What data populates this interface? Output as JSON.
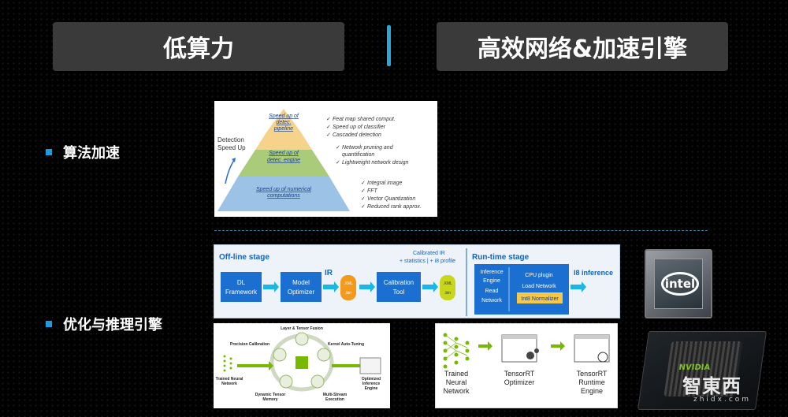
{
  "header": {
    "left_title": "低算力",
    "right_title": "高效网络&加速引擎"
  },
  "bullets": {
    "algo_accel": "算法加速",
    "optim_infer": "优化与推理引擎"
  },
  "pyramid": {
    "axis_label_1": "Detection",
    "axis_label_2": "Speed Up",
    "top_tier": [
      "Speed up of",
      "detec.",
      "pipeline"
    ],
    "mid_tier": [
      "Speed up of",
      "detec. engine"
    ],
    "base_tier": [
      "Speed up of numerical",
      "computations"
    ],
    "top_items": [
      "Feat map shared comput.",
      "Speed up of classifier",
      "Cascaded detection"
    ],
    "mid_items": [
      "Network pruning and",
      "quantification",
      "Lightweight network design"
    ],
    "base_items": [
      "Integral image",
      "FFT",
      "Vector Quantization",
      "Reduced rank approx."
    ]
  },
  "pipeline": {
    "offline_title": "Off-line stage",
    "runtime_title": "Run-time stage",
    "calib_label_1": "Calibrated IR",
    "calib_label_2": "+ statistics | + i8 profile",
    "ir_label": "IR",
    "i8_label": "I8 inference",
    "dl_framework": [
      "DL",
      "Framework"
    ],
    "model_optimizer": [
      "Model",
      "Optimizer"
    ],
    "calibration_tool": [
      "Calibration",
      "Tool"
    ],
    "inference_engine": [
      "Inference",
      "Engine",
      "Read",
      "Network"
    ],
    "cpu_plugin": "CPU plugin",
    "load_network": "Load Network",
    "int8_normalizer": "Int8 Normalizer",
    "xml": ".XML",
    "bin": ".bin"
  },
  "fusion": {
    "layer_tensor_fusion": "Layer & Tensor Fusion",
    "precision_calibration": "Precision Calibration",
    "kernel_auto_tuning": "Kernel Auto-Tuning",
    "trained_nn": [
      "Trained Neural",
      "Network"
    ],
    "dynamic_tensor_memory": [
      "Dynamic Tensor",
      "Memory"
    ],
    "multi_stream": [
      "Multi-Stream",
      "Execution"
    ],
    "optimized_engine": [
      "Optimized",
      "Inference",
      "Engine"
    ]
  },
  "tensorrt": {
    "trained_nn": [
      "Trained",
      "Neural",
      "Network"
    ],
    "optimizer": [
      "TensorRT",
      "Optimizer"
    ],
    "runtime": [
      "TensorRT",
      "Runtime",
      "Engine"
    ]
  },
  "hardware": {
    "intel_logo": "intel",
    "nvidia_logo": "NVIDIA"
  },
  "watermark": {
    "main": "智東西",
    "sub": "zhidx.com"
  }
}
